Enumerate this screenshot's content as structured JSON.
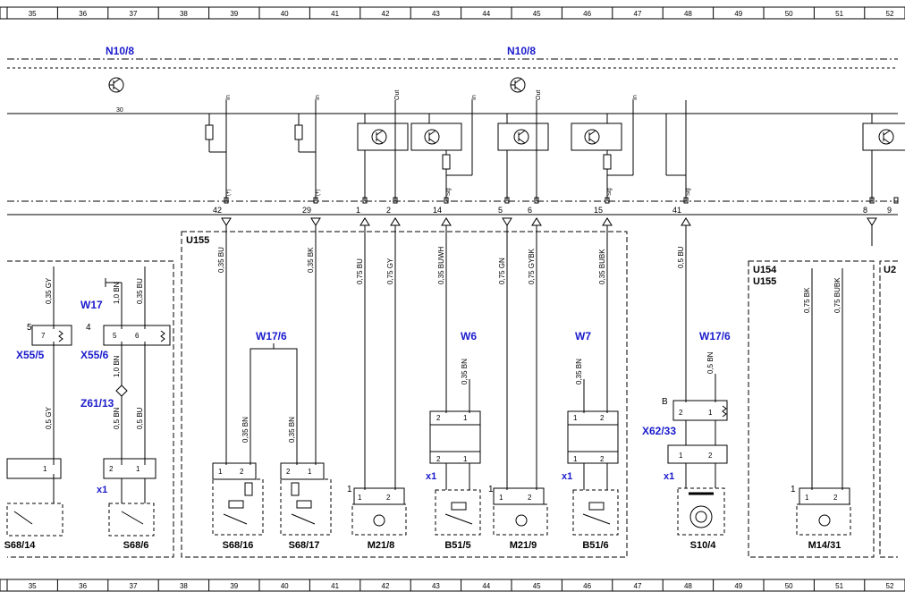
{
  "grid_columns": [
    "35",
    "36",
    "37",
    "38",
    "39",
    "40",
    "41",
    "42",
    "43",
    "44",
    "45",
    "46",
    "47",
    "48",
    "49",
    "50",
    "51",
    "52"
  ],
  "modules": {
    "left": "N10/8",
    "right": "N10/8"
  },
  "bus": {
    "label": "30"
  },
  "pin_signals": [
    "In",
    "In",
    "Out",
    "In",
    "Out",
    "In"
  ],
  "connector_pins": [
    {
      "num": "42",
      "sig": "(+)"
    },
    {
      "num": "29",
      "sig": "(+)"
    },
    {
      "num": "1",
      "sig": ""
    },
    {
      "num": "2",
      "sig": ""
    },
    {
      "num": "14",
      "sig": "Sig"
    },
    {
      "num": "5",
      "sig": ""
    },
    {
      "num": "6",
      "sig": ""
    },
    {
      "num": "15",
      "sig": "Sig"
    },
    {
      "num": "41",
      "sig": "Sig"
    },
    {
      "num": "8",
      "sig": ""
    },
    {
      "num": "9",
      "sig": ""
    }
  ],
  "groups": {
    "u155": "U155",
    "u154_a": "U154",
    "u154_b": "U155",
    "u2": "U2"
  },
  "wire_labels": [
    "0,35 GY",
    "1,0 BN",
    "0,35 BU",
    "1,0 BN",
    "0,5 GY",
    "0,5 BN",
    "0,5 BU",
    "0,35 BU",
    "0,35 BK",
    "0,75 BU",
    "0,75 GY",
    "0,35 BUWH",
    "0,75 GN",
    "0,75 GYBK",
    "0,35 BUBK",
    "0,5 BU",
    "0,35 BN",
    "0,35 BN",
    "0,35 BN",
    "0,35 BN",
    "0,5 BN",
    "0,75 BK",
    "0,75 BUBK"
  ],
  "grounds": {
    "w17_a": "W17",
    "w17_6_a": "W17/6",
    "w6": "W6",
    "w7": "W7",
    "w17_6_b": "W17/6"
  },
  "connectors": {
    "x55_5": "X55/5",
    "x55_6": "X55/6",
    "z61_13": "Z61/13",
    "x62_33": "X62/33"
  },
  "small_labels": {
    "five": "5",
    "four": "4",
    "seven": "7",
    "p5": "5",
    "p6": "6",
    "b": "B",
    "x1_a": "x1",
    "x1_b": "x1",
    "x1_c": "x1",
    "x1_d": "x1",
    "one_a": "1",
    "one_b": "1",
    "one_c": "1"
  },
  "components": [
    "S68/14",
    "S68/6",
    "S68/16",
    "S68/17",
    "M21/8",
    "B51/5",
    "M21/9",
    "B51/6",
    "S10/4",
    "M14/31"
  ],
  "colors": {
    "line": "#000000",
    "label_blue": "#1a1acc"
  }
}
